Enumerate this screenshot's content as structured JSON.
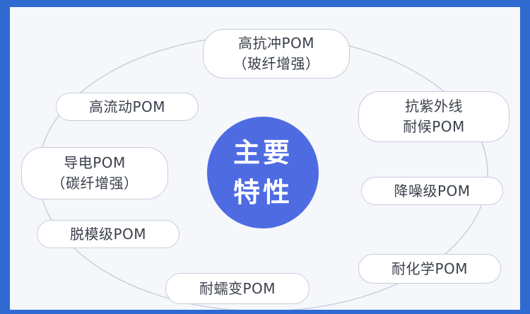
{
  "center": {
    "line1": "主要",
    "line2": "特性"
  },
  "nodes": [
    {
      "id": "high-impact",
      "line1": "高抗冲POM",
      "line2": "（玻纤增强）"
    },
    {
      "id": "high-flow",
      "line1": "高流动POM"
    },
    {
      "id": "uv-resistant",
      "line1": "抗紫外线",
      "line2": "耐候POM"
    },
    {
      "id": "conductive",
      "line1": "导电POM",
      "line2": "（碳纤增强）"
    },
    {
      "id": "noise-reduction",
      "line1": "降噪级POM"
    },
    {
      "id": "mold-release",
      "line1": "脱模级POM"
    },
    {
      "id": "chemical-resistant",
      "line1": "耐化学POM"
    },
    {
      "id": "creep-resistant",
      "line1": "耐蠕变POM"
    }
  ],
  "colors": {
    "background_border": "#2f6ad0",
    "canvas": "#f5f7fb",
    "center_fill": "#4f6be2",
    "pill_border": "#c7cdd8",
    "ring_stroke": "#c9cfdb",
    "text": "#3a3f4a"
  }
}
